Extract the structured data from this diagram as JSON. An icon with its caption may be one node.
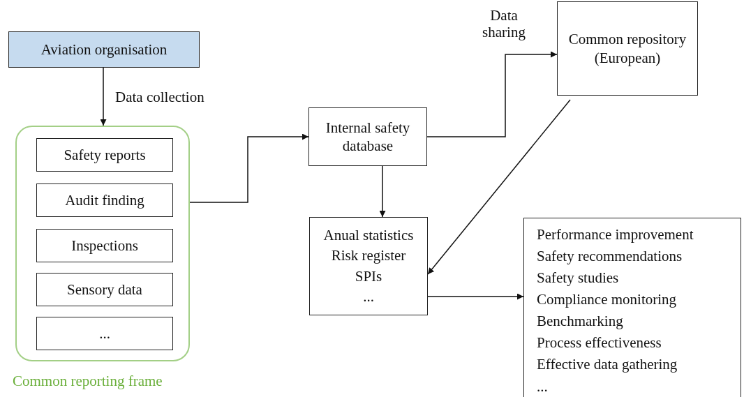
{
  "diagram": {
    "nodes": [
      {
        "text": [
          "Aviation organisation"
        ]
      },
      {
        "text": [
          "Common reporting frame"
        ]
      },
      {
        "text": [
          "Safety reports"
        ],
        "in": 1
      },
      {
        "text": [
          "Audit finding"
        ],
        "in": 1
      },
      {
        "text": [
          "Inspections"
        ],
        "in": 1
      },
      {
        "text": [
          "Sensory data"
        ],
        "in": 1
      },
      {
        "text": [
          "..."
        ],
        "in": 1
      },
      {
        "text": [
          "Internal safety database"
        ]
      },
      {
        "text": [
          "Common repository (European)"
        ]
      },
      {
        "text": [
          "Anual statistics",
          "Risk register",
          "SPIs",
          "..."
        ]
      },
      {
        "text": [
          "Performance improvement",
          "Safety recommendations",
          "Safety studies",
          "Compliance monitoring",
          "Benchmarking",
          "Process effectiveness",
          "Effective data gathering",
          "..."
        ]
      }
    ],
    "edges": [
      {
        "from": 0,
        "to": 1,
        "arrow": "to",
        "label": "Data collection"
      },
      {
        "from": 1,
        "to": 7,
        "arrow": "to"
      },
      {
        "from": 7,
        "to": 8,
        "arrow": "to",
        "label": "Data sharing"
      },
      {
        "from": 7,
        "to": 9,
        "arrow": "to"
      },
      {
        "from": 8,
        "to": 9,
        "arrow": "to"
      },
      {
        "from": 9,
        "to": 10,
        "arrow": "to"
      }
    ]
  }
}
